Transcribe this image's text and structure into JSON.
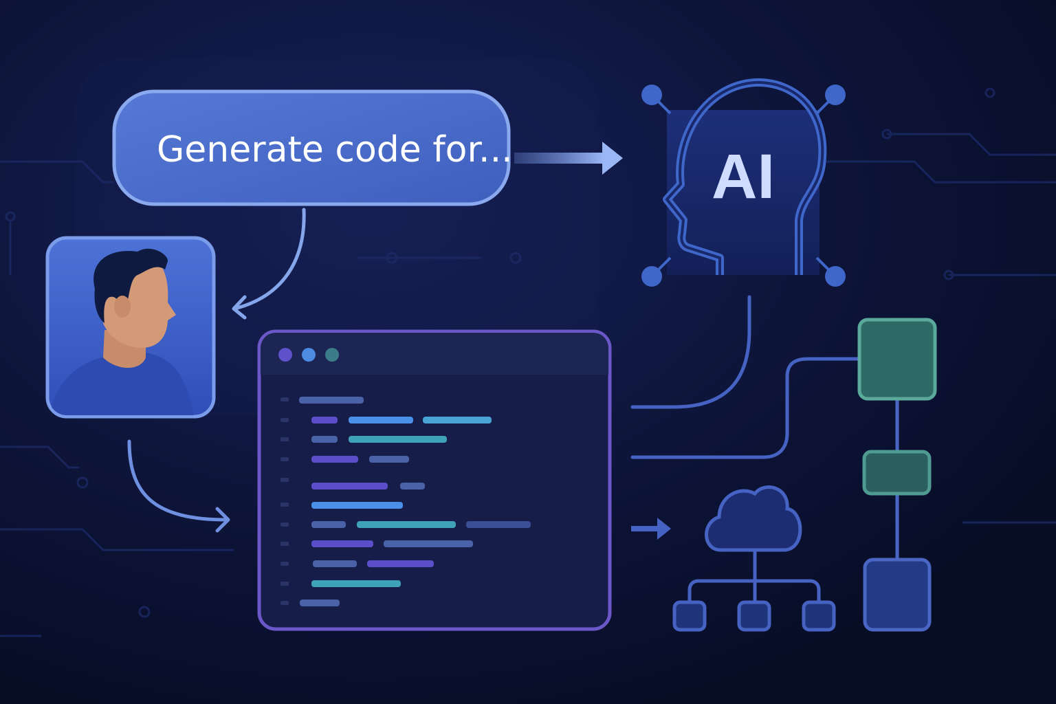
{
  "prompt": {
    "text": "Generate code for..."
  },
  "ai": {
    "label": "AI"
  },
  "colors": {
    "background": "#0b1130",
    "prompt_fill": "#4a6cc8",
    "prompt_border": "#7ea2ec",
    "accent": "#6f8fe0",
    "ai_stroke": "#3f66c9",
    "editor_border": "#6a58c8",
    "green_block": "#2e6b66",
    "green_border": "#5aa99a",
    "node_blue": "#233a86"
  },
  "icons": [
    "user-avatar",
    "ai-head-icon",
    "code-editor-window",
    "cloud-network-icon",
    "flowchart-blocks"
  ]
}
